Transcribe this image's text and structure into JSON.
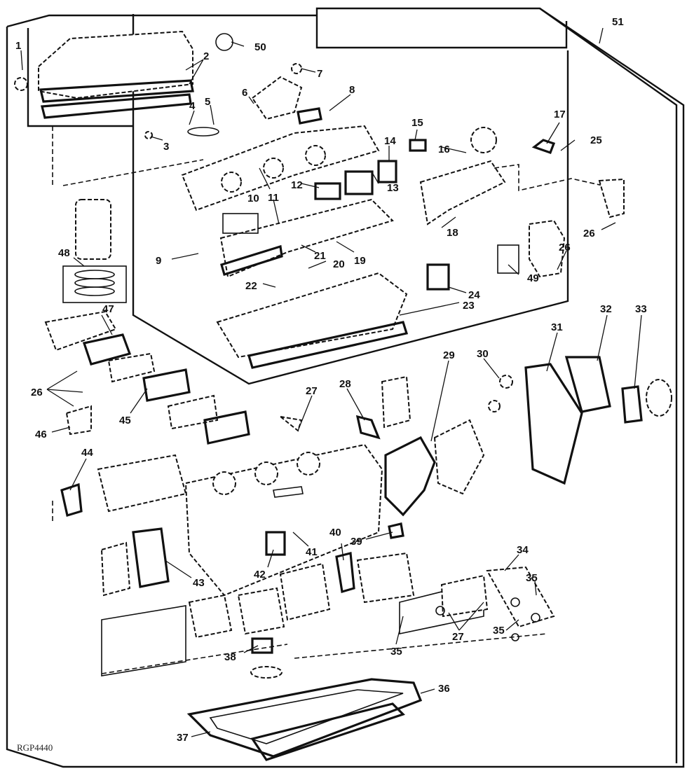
{
  "figure_ref": "RGP4440",
  "callouts": [
    {
      "id": "c1",
      "label": "1"
    },
    {
      "id": "c2",
      "label": "2"
    },
    {
      "id": "c3",
      "label": "3"
    },
    {
      "id": "c4",
      "label": "4"
    },
    {
      "id": "c5",
      "label": "5"
    },
    {
      "id": "c6",
      "label": "6"
    },
    {
      "id": "c7",
      "label": "7"
    },
    {
      "id": "c8",
      "label": "8"
    },
    {
      "id": "c9",
      "label": "9"
    },
    {
      "id": "c10",
      "label": "10"
    },
    {
      "id": "c11",
      "label": "11"
    },
    {
      "id": "c12",
      "label": "12"
    },
    {
      "id": "c13",
      "label": "13"
    },
    {
      "id": "c14",
      "label": "14"
    },
    {
      "id": "c15",
      "label": "15"
    },
    {
      "id": "c16",
      "label": "16"
    },
    {
      "id": "c17",
      "label": "17"
    },
    {
      "id": "c18",
      "label": "18"
    },
    {
      "id": "c19",
      "label": "19"
    },
    {
      "id": "c20",
      "label": "20"
    },
    {
      "id": "c21",
      "label": "21"
    },
    {
      "id": "c22",
      "label": "22"
    },
    {
      "id": "c23",
      "label": "23"
    },
    {
      "id": "c24",
      "label": "24"
    },
    {
      "id": "c25",
      "label": "25"
    },
    {
      "id": "c26a",
      "label": "26"
    },
    {
      "id": "c26b",
      "label": "26"
    },
    {
      "id": "c26c",
      "label": "26"
    },
    {
      "id": "c27a",
      "label": "27"
    },
    {
      "id": "c27b",
      "label": "27"
    },
    {
      "id": "c28",
      "label": "28"
    },
    {
      "id": "c29",
      "label": "29"
    },
    {
      "id": "c30",
      "label": "30"
    },
    {
      "id": "c31",
      "label": "31"
    },
    {
      "id": "c32",
      "label": "32"
    },
    {
      "id": "c33",
      "label": "33"
    },
    {
      "id": "c34",
      "label": "34"
    },
    {
      "id": "c35a",
      "label": "35"
    },
    {
      "id": "c35b",
      "label": "35"
    },
    {
      "id": "c35c",
      "label": "35"
    },
    {
      "id": "c36",
      "label": "36"
    },
    {
      "id": "c37",
      "label": "37"
    },
    {
      "id": "c38",
      "label": "38"
    },
    {
      "id": "c39",
      "label": "39"
    },
    {
      "id": "c40",
      "label": "40"
    },
    {
      "id": "c41",
      "label": "41"
    },
    {
      "id": "c42",
      "label": "42"
    },
    {
      "id": "c43",
      "label": "43"
    },
    {
      "id": "c44",
      "label": "44"
    },
    {
      "id": "c45",
      "label": "45"
    },
    {
      "id": "c46",
      "label": "46"
    },
    {
      "id": "c47",
      "label": "47"
    },
    {
      "id": "c48",
      "label": "48"
    },
    {
      "id": "c49",
      "label": "49"
    },
    {
      "id": "c50",
      "label": "50"
    },
    {
      "id": "c51",
      "label": "51"
    }
  ]
}
